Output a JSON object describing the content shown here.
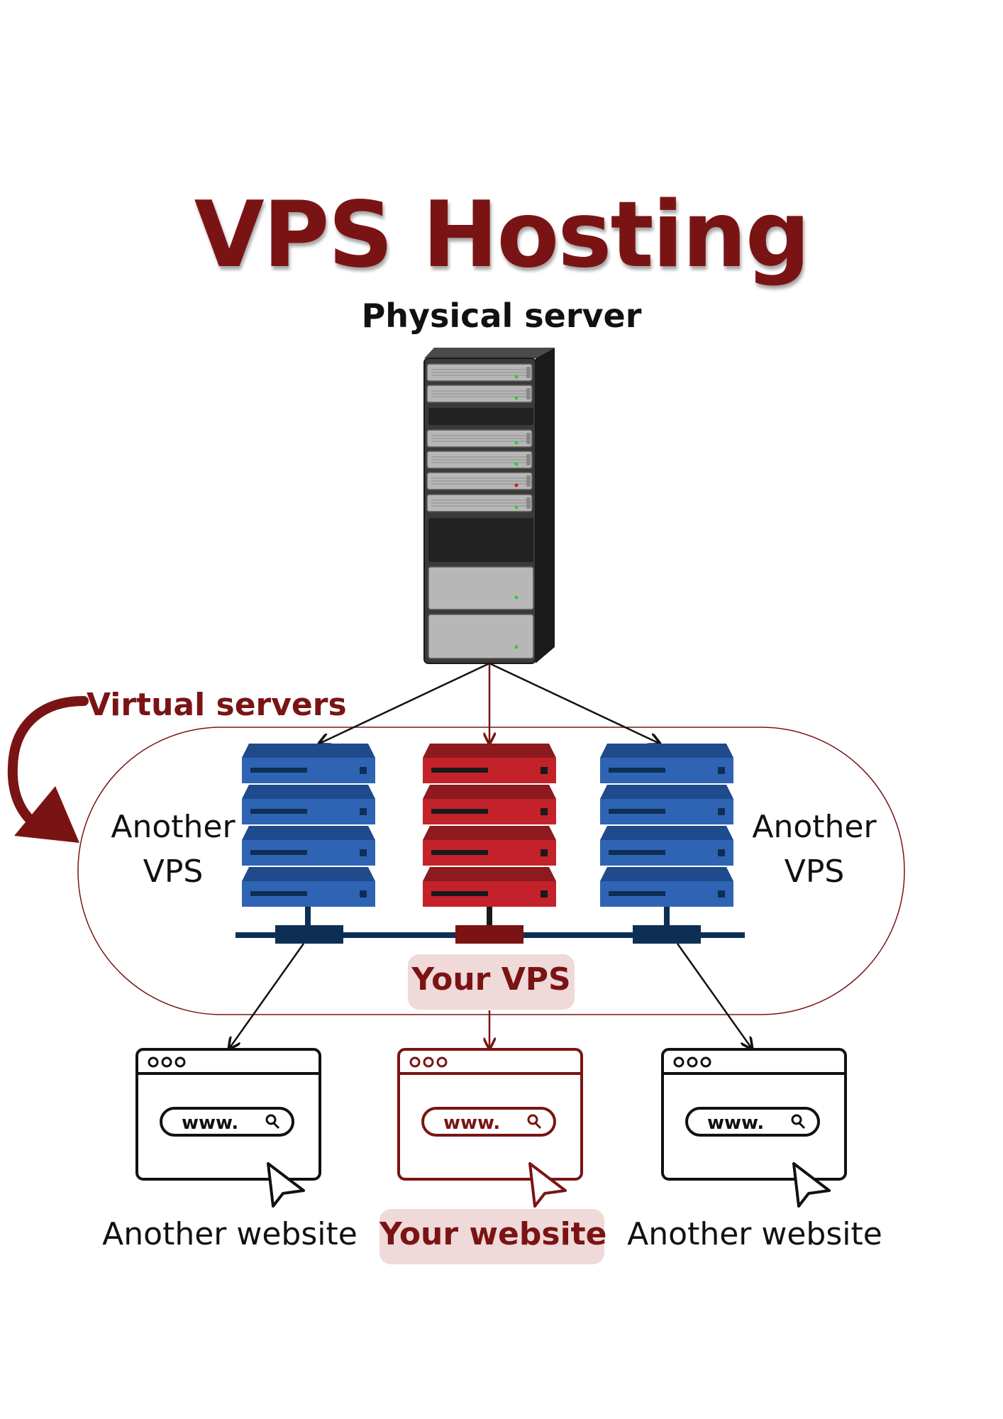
{
  "title": "VPS Hosting",
  "physical_label": "Physical server",
  "virtual_label": "Virtual servers",
  "vps_left": [
    "Another",
    "VPS"
  ],
  "vps_right": [
    "Another",
    "VPS"
  ],
  "your_vps": "Your VPS",
  "sites": {
    "left": {
      "label": "Another website",
      "url": "www."
    },
    "center": {
      "label": "Your website",
      "url": "www."
    },
    "right": {
      "label": "Another website",
      "url": "www."
    }
  },
  "colors": {
    "accent": "#7a1414",
    "blue_server": "#2f64b5",
    "red_server": "#c4222b",
    "network": "#0d2f55",
    "highlight": "#f0d9d9"
  }
}
